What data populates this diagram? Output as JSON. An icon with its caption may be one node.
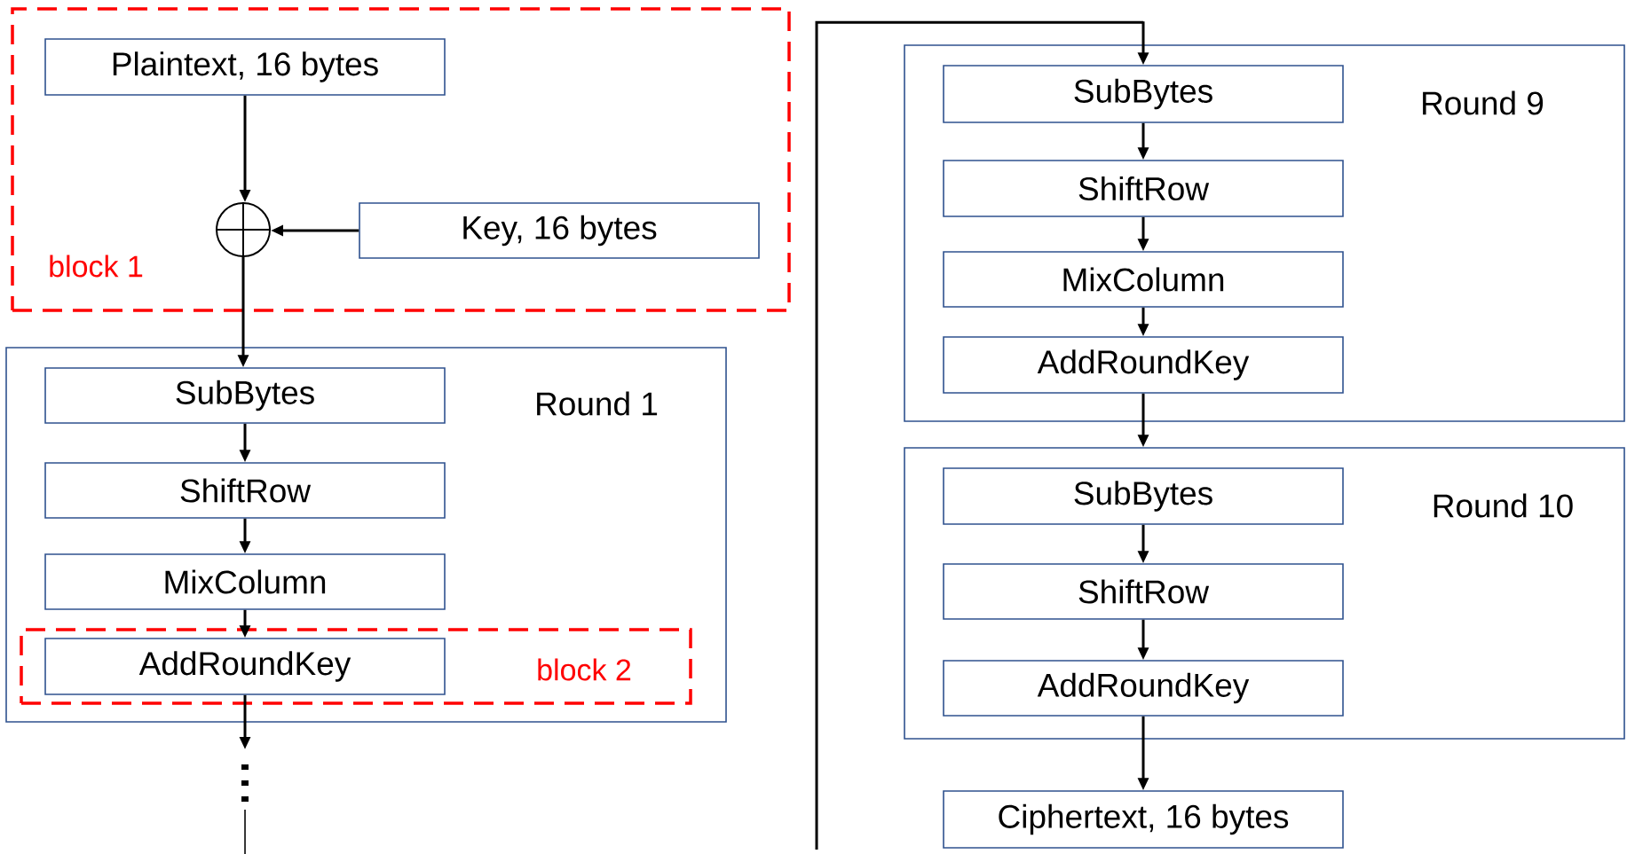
{
  "diagram": {
    "nodes": [
      {
        "text": [
          "block 1"
        ]
      },
      {
        "text": [
          "Plaintext, 16 bytes"
        ],
        "in": 0
      },
      {
        "text": [],
        "shape": "circle",
        "in": 0
      },
      {
        "text": [
          "Key, 16 bytes"
        ],
        "in": 0
      },
      {
        "text": [
          "Round 1"
        ]
      },
      {
        "text": [
          "SubBytes"
        ],
        "in": 4
      },
      {
        "text": [
          "ShiftRow"
        ],
        "in": 4
      },
      {
        "text": [
          "MixColumn"
        ],
        "in": 4
      },
      {
        "text": [
          "block 2"
        ],
        "in": 4
      },
      {
        "text": [
          "AddRoundKey"
        ],
        "in": 8
      },
      {
        "text": [
          "Round 9"
        ]
      },
      {
        "text": [
          "SubBytes"
        ],
        "in": 10
      },
      {
        "text": [
          "ShiftRow"
        ],
        "in": 10
      },
      {
        "text": [
          "MixColumn"
        ],
        "in": 10
      },
      {
        "text": [
          "AddRoundKey"
        ],
        "in": 10
      },
      {
        "text": [
          "Round 10"
        ]
      },
      {
        "text": [
          "SubBytes"
        ],
        "in": 15
      },
      {
        "text": [
          "ShiftRow"
        ],
        "in": 15
      },
      {
        "text": [
          "AddRoundKey"
        ],
        "in": 15
      },
      {
        "text": [
          "Ciphertext, 16 bytes"
        ]
      }
    ],
    "edges": [
      {
        "from": 1,
        "to": 2,
        "arrow": "to"
      },
      {
        "from": 3,
        "to": 2,
        "arrow": "to"
      },
      {
        "from": 2,
        "to": 5,
        "arrow": "to"
      },
      {
        "from": 5,
        "to": 6,
        "arrow": "to"
      },
      {
        "from": 6,
        "to": 7,
        "arrow": "to"
      },
      {
        "from": 7,
        "to": 9,
        "arrow": "to"
      },
      {
        "from": 9,
        "to": null,
        "arrow": "to"
      },
      {
        "from": null,
        "to": 11,
        "arrow": "to"
      },
      {
        "from": 11,
        "to": 12,
        "arrow": "to"
      },
      {
        "from": 12,
        "to": 13,
        "arrow": "to"
      },
      {
        "from": 13,
        "to": 14,
        "arrow": "to"
      },
      {
        "from": 14,
        "to": 15,
        "arrow": "to"
      },
      {
        "from": 16,
        "to": 17,
        "arrow": "to"
      },
      {
        "from": 17,
        "to": 18,
        "arrow": "to"
      },
      {
        "from": 18,
        "to": 19,
        "arrow": "to"
      }
    ]
  }
}
